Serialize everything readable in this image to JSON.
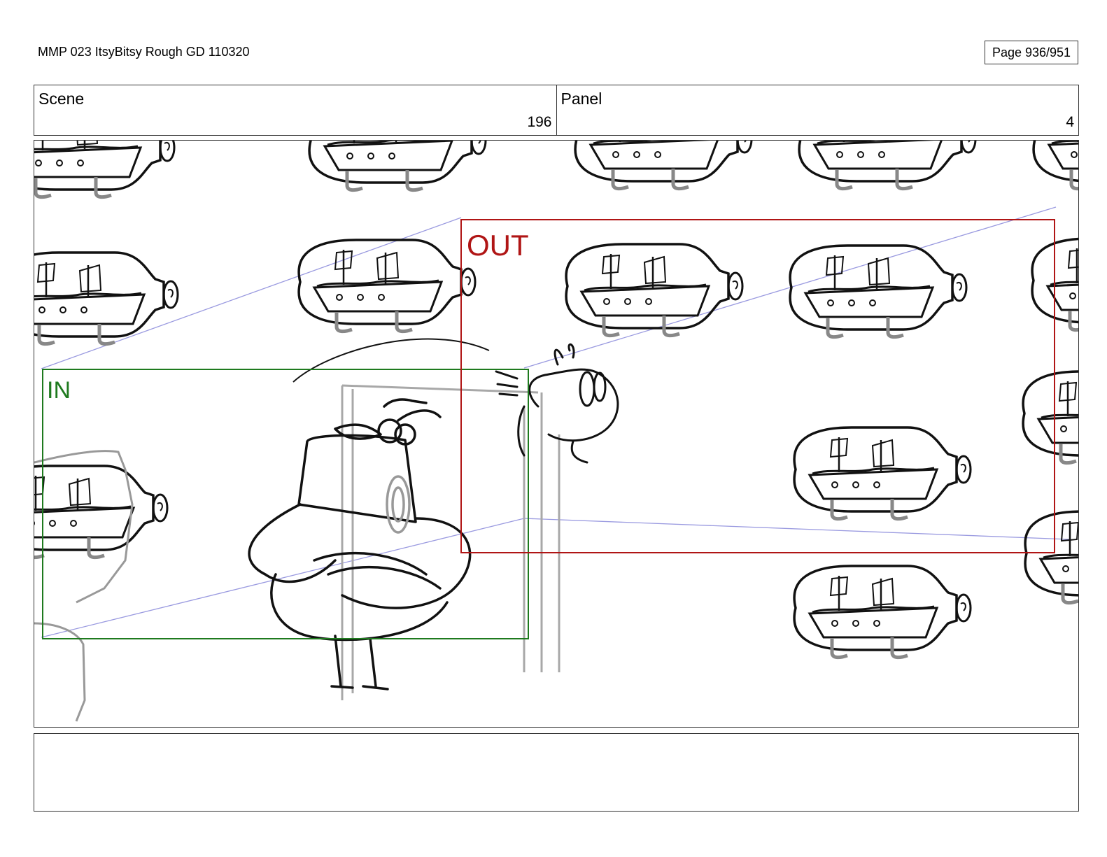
{
  "header": {
    "document_title": "MMP 023 ItsyBitsy Rough GD 110320",
    "page_indicator": "Page 936/951"
  },
  "info": {
    "scene_label": "Scene",
    "scene_number": "196",
    "panel_label": "Panel",
    "panel_number": "4"
  },
  "panel": {
    "in_label": "IN",
    "out_label": "OUT",
    "in_color": "#1e7a1e",
    "out_color": "#b01515"
  },
  "notes": {
    "text": ""
  }
}
